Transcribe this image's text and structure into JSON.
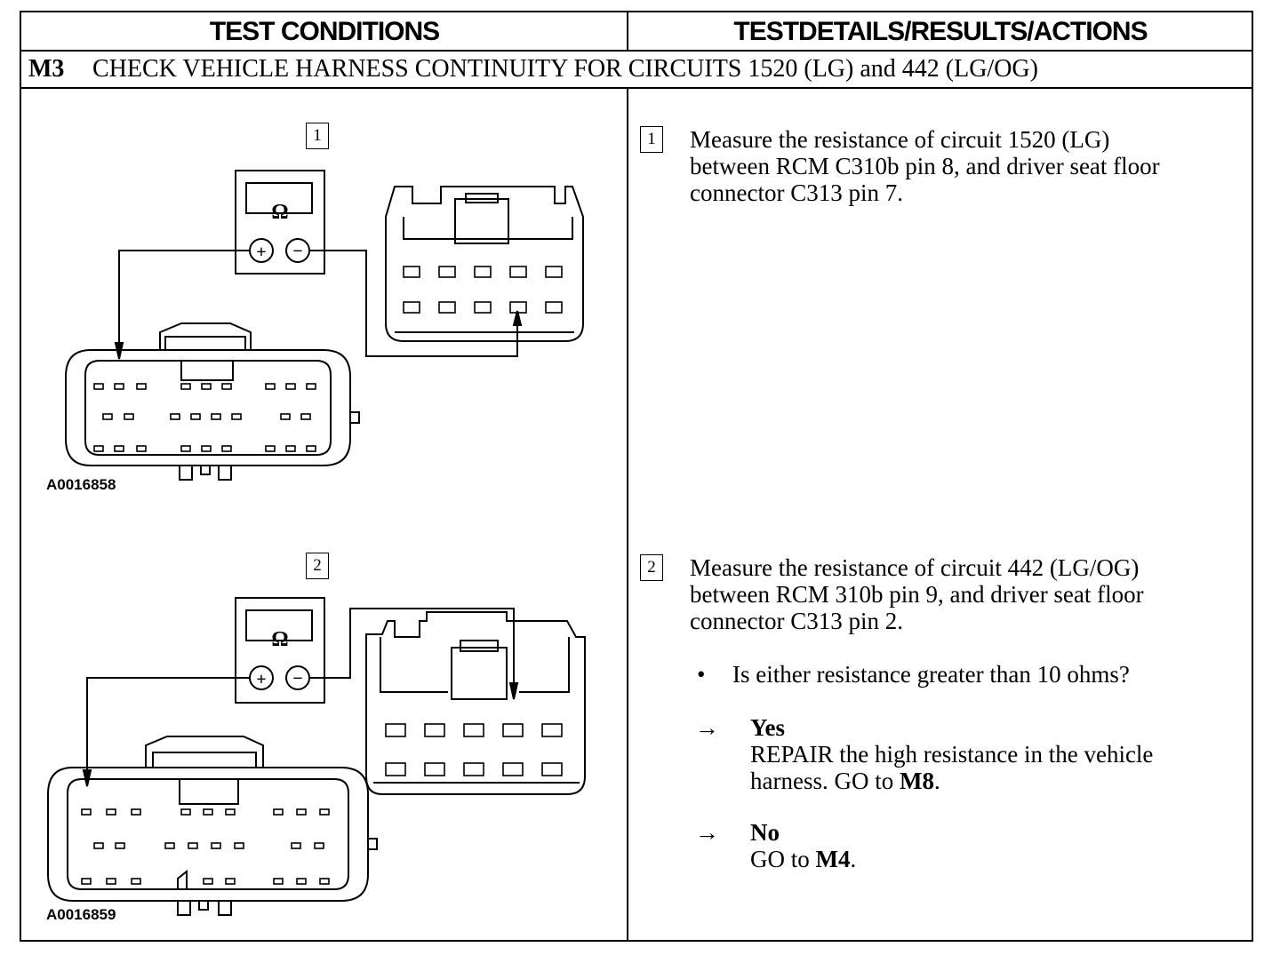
{
  "header": {
    "left": "TEST CONDITIONS",
    "right": "TESTDETAILS/RESULTS/ACTIONS"
  },
  "test": {
    "code": "M3",
    "title": "CHECK VEHICLE HARNESS CONTINUITY FOR CIRCUITS 1520 (LG) and 442 (LG/OG)"
  },
  "figures": [
    {
      "step": "1",
      "meter_symbol": "Ω",
      "plus": "+",
      "minus": "−",
      "id": "A0016858"
    },
    {
      "step": "2",
      "meter_symbol": "Ω",
      "plus": "+",
      "minus": "−",
      "id": "A0016859"
    }
  ],
  "steps": [
    {
      "number": "1",
      "lines": [
        "Measure the resistance of circuit 1520 (LG)",
        "between RCM C310b pin 8, and driver seat floor",
        "connector C313 pin 7."
      ]
    },
    {
      "number": "2",
      "lines": [
        "Measure the resistance of circuit 442 (LG/OG)",
        "between RCM 310b pin 9, and driver seat floor",
        "connector C313 pin 2."
      ],
      "bullet": "•",
      "question": "Is either resistance greater than 10 ohms?",
      "results": [
        {
          "arrow": "→",
          "answer": "Yes",
          "action_pre": "REPAIR the high resistance in the vehicle",
          "action_line2": "harness. GO to ",
          "action_ref": "M8",
          "action_post": "."
        },
        {
          "arrow": "→",
          "answer": "No",
          "action_pre": "GO to ",
          "action_ref": "M4",
          "action_post": "."
        }
      ]
    }
  ]
}
